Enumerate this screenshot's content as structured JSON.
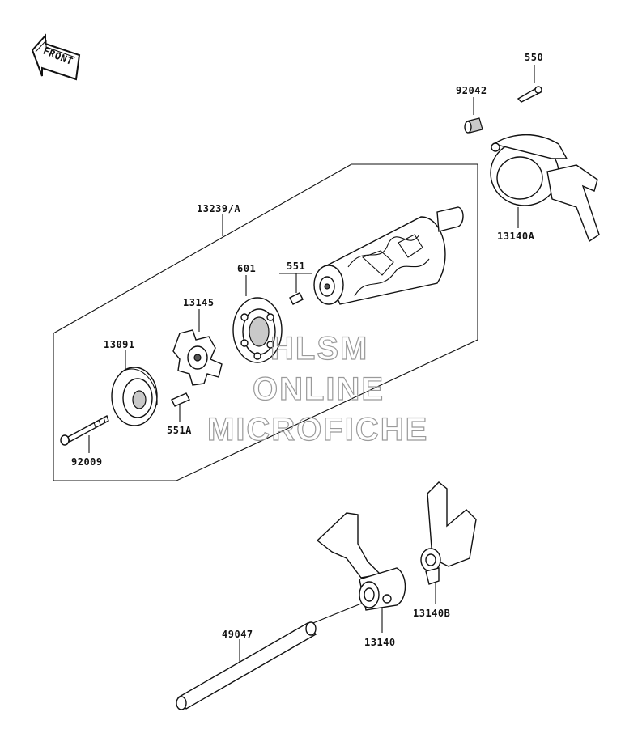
{
  "front_badge": "FRONT",
  "labels": {
    "p550": "550",
    "p92042": "92042",
    "p13239a": "13239/A",
    "p13140a": "13140A",
    "p601": "601",
    "p551": "551",
    "p13145": "13145",
    "p13091": "13091",
    "p551a": "551A",
    "p92009": "92009",
    "p49047": "49047",
    "p13140": "13140",
    "p13140b": "13140B"
  },
  "watermark": {
    "line1": "HLSM",
    "line2": "ONLINE",
    "line3": "MICROFICHE"
  }
}
